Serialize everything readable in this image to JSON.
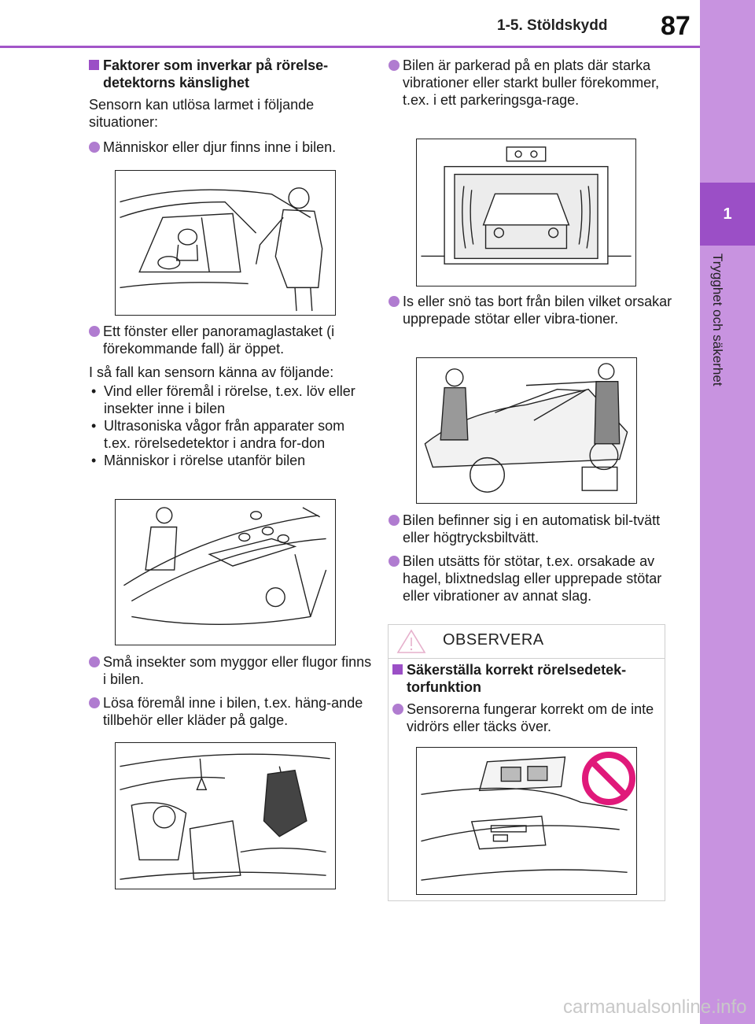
{
  "header": {
    "section_title": "1-5. Stöldskydd",
    "page_number": "87"
  },
  "sidebar": {
    "chapter_number": "1",
    "chapter_title": "Trygghet och säkerhet"
  },
  "left_column": {
    "heading": "Faktorer som inverkar på rörelse-detektorns känslighet",
    "intro": "Sensorn kan utlösa larmet i följande situationer:",
    "bullet1": "Människor eller djur finns inne i bilen.",
    "bullet2": "Ett fönster eller panoramaglastaket (i förekommande fall) är öppet.",
    "sub_intro": "I så fall kan sensorn känna av följande:",
    "sub_items": [
      "Vind eller föremål i rörelse, t.ex. löv eller insekter inne i bilen",
      "Ultrasoniska vågor från apparater som t.ex. rörelsedetektor i andra for-don",
      "Människor i rörelse utanför bilen"
    ],
    "bullet3": "Små insekter som myggor eller flugor finns i bilen.",
    "bullet4": "Lösa föremål inne i bilen, t.ex. häng-ande tillbehör eller kläder på galge."
  },
  "right_column": {
    "bullet1": "Bilen är parkerad på en plats där starka vibrationer eller starkt buller förekommer, t.ex. i ett parkeringsga-rage.",
    "bullet2": "Is eller snö tas bort från bilen vilket orsakar upprepade stötar eller vibra-tioner.",
    "bullet3": "Bilen befinner sig i en automatisk bil-tvätt eller högtrycksbiltvätt.",
    "bullet4": "Bilen utsätts för stötar, t.ex. orsakade av hagel, blixtnedslag eller upprepade stötar eller vibrationer av annat slag."
  },
  "notice": {
    "label": "OBSERVERA",
    "heading": "Säkerställa korrekt rörelsedetek-torfunktion",
    "bullet": "Sensorerna fungerar korrekt om de inte vidrörs eller täcks över."
  },
  "footer": {
    "watermark": "carmanualsonline.info"
  },
  "colors": {
    "accent": "#9b4fc6",
    "tab": "#c893e0",
    "bullet": "#b07cd0",
    "prohibit": "#e0197a"
  }
}
